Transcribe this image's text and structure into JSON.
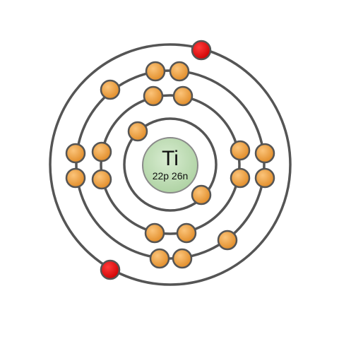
{
  "atom": {
    "symbol": "Ti",
    "composition": "22p 26n",
    "protons": 22,
    "neutrons": 26,
    "electron_configuration": [
      2,
      8,
      10,
      2
    ]
  },
  "colors": {
    "nucleus_fill": "#bddcb3",
    "nucleus_stroke": "#8a8a8a",
    "shell_stroke": "#555555",
    "inner_electron_fill": "#e8962e",
    "valence_electron_fill": "#dd0f0f",
    "background": "#ffffff"
  }
}
